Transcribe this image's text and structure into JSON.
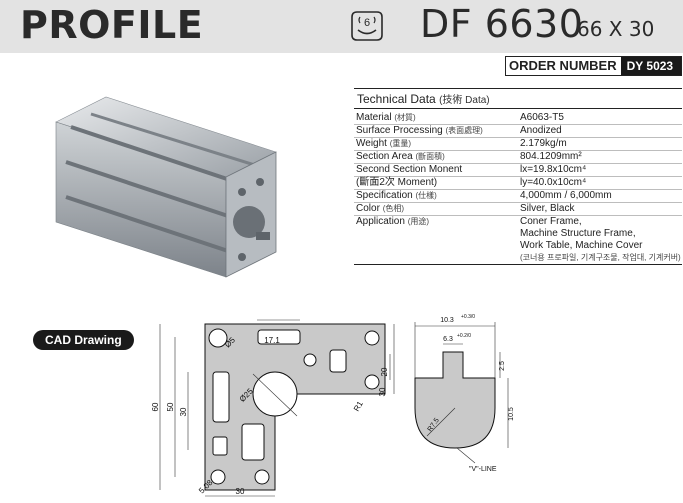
{
  "header": {
    "title": "PROFILE",
    "series_icon_label": "6",
    "model": "DF 6630",
    "dimensions": "66 X 30"
  },
  "order": {
    "label": "ORDER NUMBER",
    "value": "DY 5023"
  },
  "technical": {
    "title": "Technical Data",
    "title_sub": "(技術 Data)",
    "rows": [
      {
        "label": "Material",
        "label_sub": "(材質)",
        "values": [
          "A6063-T5"
        ]
      },
      {
        "label": "Surface Processing",
        "label_sub": "(表面處理)",
        "values": [
          "Anodized"
        ]
      },
      {
        "label": "Weight",
        "label_sub": "(重量)",
        "values": [
          "2.179kg/m"
        ]
      },
      {
        "label": "Section Area",
        "label_sub": "(斷面積)",
        "values": [
          "804.1209mm²"
        ]
      },
      {
        "label": "Second Section Monent",
        "label_sub": "",
        "values": [
          "lx=19.8x10cm⁴"
        ]
      },
      {
        "label": "(斷面2次 Moment)",
        "label_sub": "",
        "values": [
          "ly=40.0x10cm⁴"
        ]
      },
      {
        "label": "Specification",
        "label_sub": "(仕樣)",
        "values": [
          "4,000mm / 6,000mm"
        ]
      },
      {
        "label": "Color",
        "label_sub": "(色相)",
        "values": [
          "Silver, Black"
        ]
      },
      {
        "label": "Application",
        "label_sub": "(用途)",
        "values": [
          "Coner Frame,",
          "Machine Structure Frame,",
          "Work Table, Machine Cover"
        ],
        "note": "(코너용 프로파일, 기계구조물, 작업대, 기계커버)"
      }
    ]
  },
  "cad": {
    "label": "CAD Drawing",
    "dims": {
      "top": "17.1",
      "right_inner": "20",
      "right_outer": "30",
      "left_outer": "60",
      "left_mid": "50",
      "left_inner": "30",
      "bottom": "30",
      "dia_center": "Ø25",
      "dia_hole": "Ø5",
      "radius": "R1",
      "bottom_left_dia": "5.08"
    }
  },
  "detail": {
    "width_outer": "10.3",
    "width_outer_tol": "+0.3/0",
    "width_inner": "6.3",
    "width_inner_tol": "+0.2/0",
    "height_top": "2.5",
    "height_bottom": "10.5",
    "radius": "R7.5",
    "vline": "\"V\"-LINE"
  },
  "colors": {
    "header_bg": "#e3e3e3",
    "order_bg": "#1a1a1a",
    "text": "#222222"
  },
  "icons": [
    "series-6-icon",
    "aluminum-profile-photo"
  ]
}
